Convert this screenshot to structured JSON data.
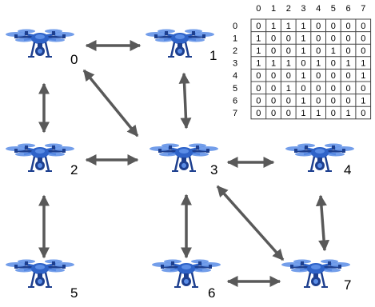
{
  "colors": {
    "arrow": "#595959",
    "drone_body": "#2f63c8",
    "drone_light": "#5b8de6",
    "drone_dark": "#1d3f8f",
    "matrix_line": "#444444"
  },
  "icon": "quadcopter-drone-icon",
  "nodes": [
    {
      "id": "0",
      "label": "0"
    },
    {
      "id": "1",
      "label": "1"
    },
    {
      "id": "2",
      "label": "2"
    },
    {
      "id": "3",
      "label": "3"
    },
    {
      "id": "4",
      "label": "4"
    },
    {
      "id": "5",
      "label": "5"
    },
    {
      "id": "6",
      "label": "6"
    },
    {
      "id": "7",
      "label": "7"
    }
  ],
  "edges": [
    [
      "0",
      "1"
    ],
    [
      "0",
      "2"
    ],
    [
      "0",
      "3"
    ],
    [
      "1",
      "3"
    ],
    [
      "2",
      "3"
    ],
    [
      "2",
      "5"
    ],
    [
      "3",
      "4"
    ],
    [
      "3",
      "6"
    ],
    [
      "3",
      "7"
    ],
    [
      "4",
      "7"
    ],
    [
      "6",
      "7"
    ]
  ],
  "matrix": {
    "col_headers": [
      "0",
      "1",
      "2",
      "3",
      "4",
      "5",
      "6",
      "7"
    ],
    "row_headers": [
      "0",
      "1",
      "2",
      "3",
      "4",
      "5",
      "6",
      "7"
    ],
    "rows": [
      [
        "0",
        "1",
        "1",
        "1",
        "0",
        "0",
        "0",
        "0"
      ],
      [
        "1",
        "0",
        "0",
        "1",
        "0",
        "0",
        "0",
        "0"
      ],
      [
        "1",
        "0",
        "0",
        "1",
        "0",
        "1",
        "0",
        "0"
      ],
      [
        "1",
        "1",
        "1",
        "0",
        "1",
        "0",
        "1",
        "1"
      ],
      [
        "0",
        "0",
        "0",
        "1",
        "0",
        "0",
        "0",
        "1"
      ],
      [
        "0",
        "0",
        "1",
        "0",
        "0",
        "0",
        "0",
        "0"
      ],
      [
        "0",
        "0",
        "0",
        "1",
        "0",
        "0",
        "0",
        "1"
      ],
      [
        "0",
        "0",
        "0",
        "1",
        "1",
        "0",
        "1",
        "0"
      ]
    ]
  }
}
